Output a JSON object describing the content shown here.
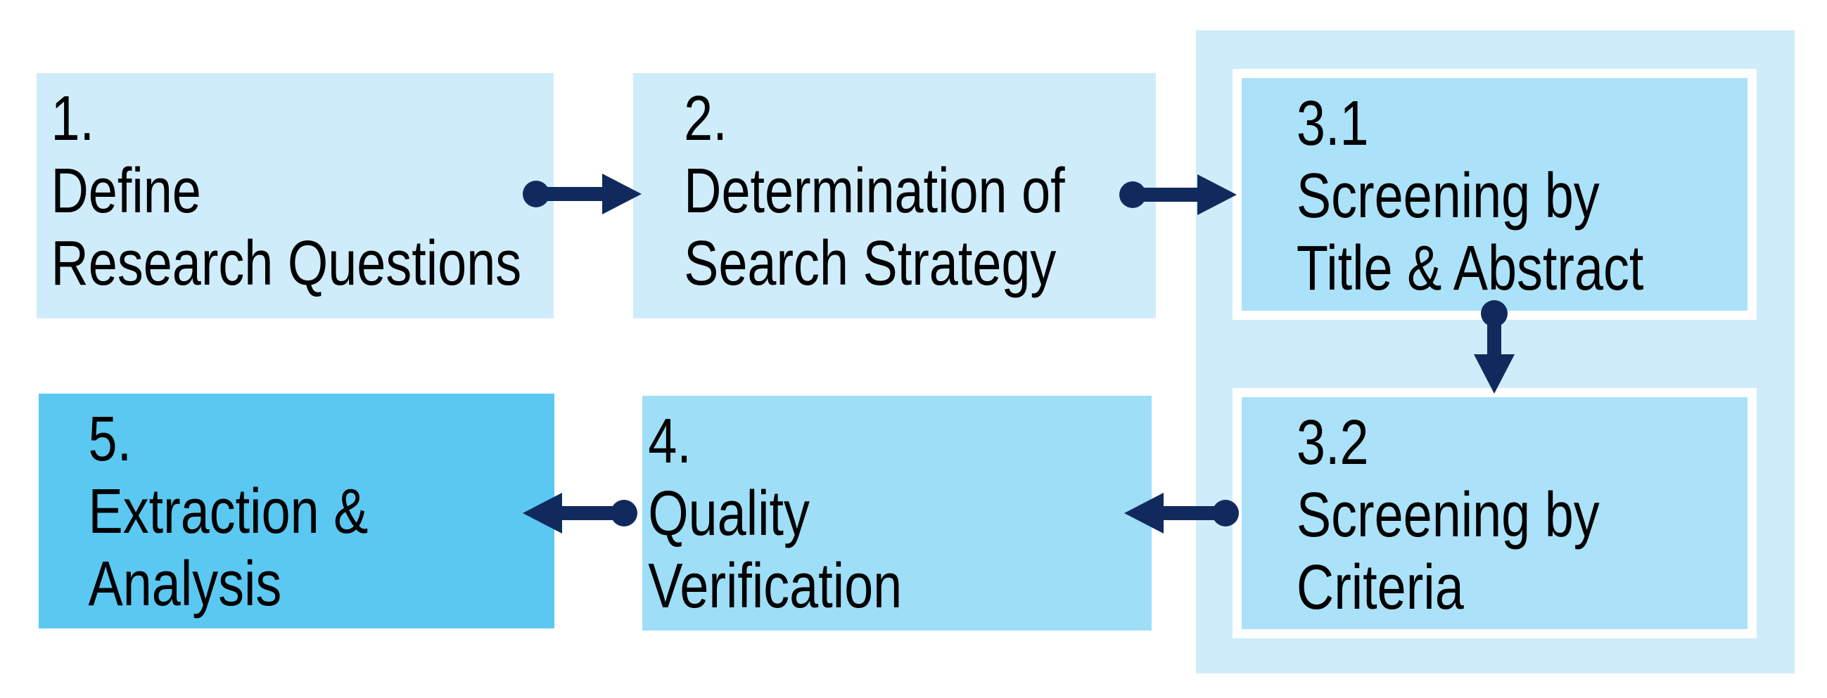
{
  "colors": {
    "background": "#ffffff",
    "light_blue": "#cfecfb",
    "medium_blue": "#abe2f9",
    "medium_blue_alt": "#9edef7",
    "bright_blue": "#5bc8f2",
    "frame_white": "#ffffff",
    "arrow_navy": "#112a5e",
    "text_black": "#000000"
  },
  "steps": [
    {
      "key": "step-1",
      "number": "1.",
      "line1": "Define",
      "line2": "Research Questions"
    },
    {
      "key": "step-2",
      "number": "2.",
      "line1": "Determination of",
      "line2": "Search Strategy"
    },
    {
      "key": "step-3-1",
      "number": "3.1",
      "line1": "Screening by",
      "line2": "Title & Abstract"
    },
    {
      "key": "step-3-2",
      "number": "3.2",
      "line1": "Screening by",
      "line2": "Criteria"
    },
    {
      "key": "step-4",
      "number": "4.",
      "line1": "Quality",
      "line2": "Verification"
    },
    {
      "key": "step-5",
      "number": "5.",
      "line1": "Extraction &",
      "line2": "Analysis"
    }
  ],
  "arrows": [
    {
      "name": "arrow-step1-to-step2",
      "direction": "right"
    },
    {
      "name": "arrow-step2-to-step3-1",
      "direction": "right"
    },
    {
      "name": "arrow-step3-1-to-step3-2",
      "direction": "down"
    },
    {
      "name": "arrow-step3-2-to-step4",
      "direction": "left"
    },
    {
      "name": "arrow-step4-to-step5",
      "direction": "left"
    }
  ]
}
